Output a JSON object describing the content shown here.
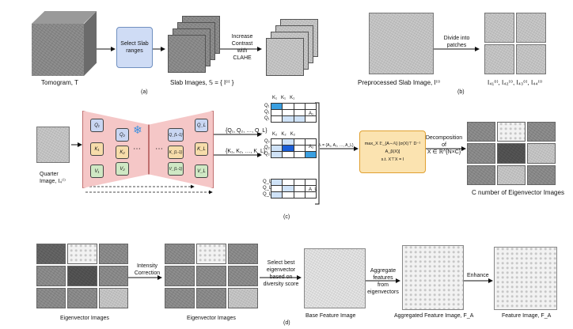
{
  "colors": {
    "slab_box": "#cfdcf5",
    "encoder_fill": "#f5c7c7",
    "optimization_box": "#fbe3b0",
    "query_token": "#c9d6f2",
    "key_token": "#f6dcaa",
    "value_token": "#cfe8c4",
    "attention_strong": "#1a5ed8",
    "attention_mid": "#3a9fe0",
    "attention_light": "#cfe2f7"
  },
  "panel_a": {
    "tomogram_label": "Tomogram, T",
    "select_box": "Select Slab ranges",
    "slab_label": "Slab Images, 𝕊 = { I⁽ⁱ⁾ }",
    "contrast_label": [
      "Increase",
      "Contrast",
      "with",
      "CLAHE"
    ],
    "caption": "(a)"
  },
  "panel_b": {
    "preprocessed_label": "Preprocessed Slab Image, I⁽ⁱ⁾",
    "divide_label": [
      "Divide into",
      "patches"
    ],
    "patches_label": "I₄₁⁽ⁱ⁾, I₄₂⁽ⁱ⁾, I₄₃⁽ⁱ⁾, I₄₄⁽ⁱ⁾",
    "caption": "(b)"
  },
  "panel_c": {
    "quarter_label": [
      "Quarter",
      "Image, I₄⁽ⁱ⁾"
    ],
    "enc_left": [
      "Q₁",
      "K₁",
      "V₁"
    ],
    "enc_mid": [
      "Q₂",
      "K₂",
      "V₂"
    ],
    "enc_mid2": [
      "Q_{L-1}",
      "K_{L-1}",
      "V_{L-1}"
    ],
    "enc_right": [
      "Q_L",
      "K_L",
      "V_L"
    ],
    "dots": "⋯",
    "snowflake": "❄",
    "q_set": "{Q₁, Q₂, …, Q_L}",
    "k_set": "{K₁, K₂, …, K_L}",
    "matrix_header": [
      "K₁",
      "K₁",
      "K₁"
    ],
    "matrix_rows": [
      "Q₁",
      "Q₁",
      "Q₁"
    ],
    "matrix2_header": [
      "K₂",
      "K₂",
      "K₂"
    ],
    "matrix2_rows": [
      "Q₂",
      "Q₂",
      "Q₂"
    ],
    "matrix3_rows": [
      "Q_L",
      "Q_L",
      "Q_L"
    ],
    "a_labels": [
      "A₁",
      "A₂",
      "A_L"
    ],
    "a_set": "𝔸 = {A₁, A₂, …, A_L}",
    "opt_line1": "max_X 𝔼_{A∼𝔸} [σ(X)⊤ D⁻¹ A_β(X)]",
    "opt_line2": "s.t.    X⊤X = I",
    "decomp_label": [
      "Decomposition",
      "of",
      "X ∈ ℝ^{N×C}"
    ],
    "eigen_label": "C number of  Eigenvector Images",
    "caption": "(c)"
  },
  "panel_d": {
    "eigen1_label": "Eigenvector Images",
    "intensity_label": [
      "Intensity",
      "Correction"
    ],
    "eigen2_label": "Eigenvector Images",
    "select_label": [
      "Select best",
      "eigenvector",
      "based on",
      "diversity score"
    ],
    "base_label": "Base Feature Image",
    "aggregate_label": [
      "Aggregate",
      "features",
      "from",
      "eigenvectors"
    ],
    "aggregated_label": "Aggregated Feature Image, F_A",
    "enhance_label": "Enhance",
    "feature_label": "Feature Image, F_A",
    "caption": "(d)"
  }
}
